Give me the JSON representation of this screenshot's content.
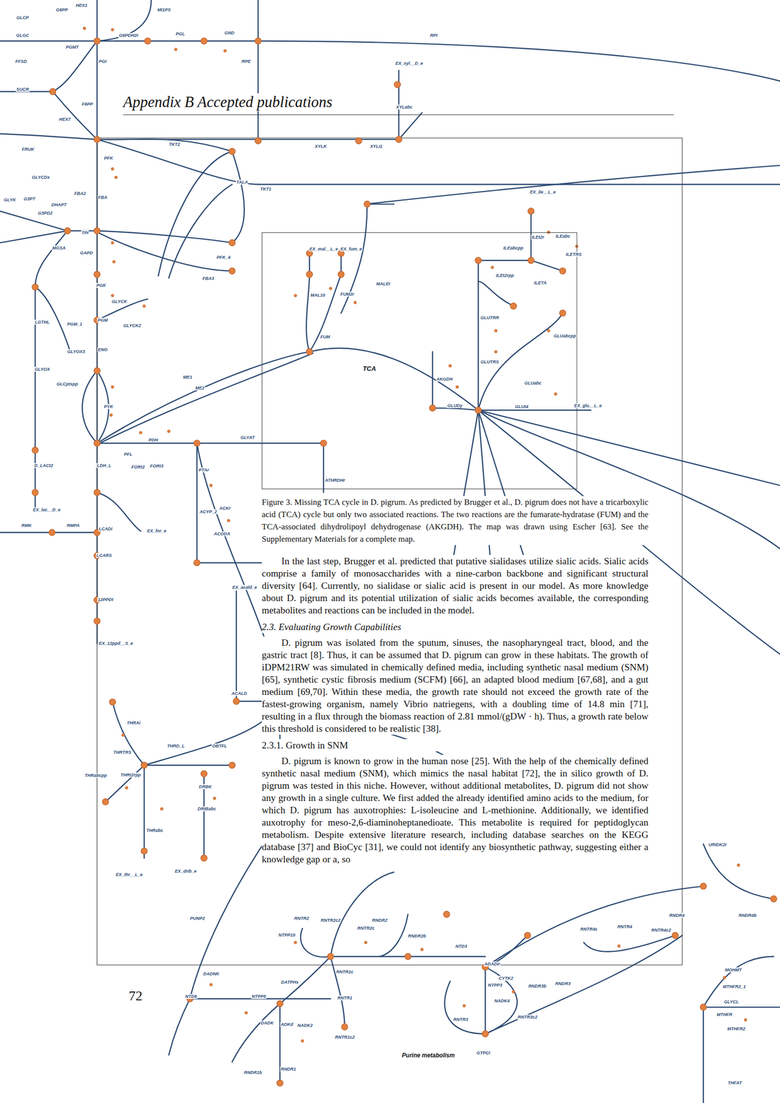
{
  "diagram": {
    "title": "Appendix B Accepted publications",
    "caption": "Figure 3. Missing TCA cycle in D. pigrum. As predicted by Brugger et al., D. pigrum does not have a tricarboxylic acid (TCA) cycle but only two associated reactions. The two reactions are the fumarate-hydratase (FUM) and the TCA-associated dihydrolipoyl dehydrogenase (AKGDH). The map was drawn using Escher [63]. See the Supplementary Materials for a complete map.",
    "nodes": [
      {
        "text": [
          "TCA"
        ]
      }
    ],
    "labels": [
      "In the last step, Brugger et al. predicted that putative sialidases utilize sialic acids. Sialic acids comprise a family of monosaccharides with a nine-carbon backbone and significant structural diversity [64]. Currently, no sialidase or sialic acid is present in our model. As more knowledge about D. pigrum and its potential utilization of sialic acids becomes available, the corresponding metabolites and reactions can be included in the model.",
      "2.3. Evaluating Growth Capabilities",
      "D. pigrum was isolated from the sputum, sinuses, the nasopharyngeal tract, blood, and the gastric tract [8]. Thus, it can be assumed that D. pigrum can grow in these habitats. The growth of iDPM21RW was simulated in chemically defined media, including synthetic nasal medium (SNM) [65], synthetic cystic fibrosis medium (SCFM) [66], an adapted blood medium [67,68], and a gut medium [69,70]. Within these media, the growth rate should not exceed the growth rate of the fastest-growing organism, namely Vibrio natriegens, with a doubling time of 14.8 min [71], resulting in a flux through the biomass reaction of 2.81 mmol/(gDW · h). Thus, a growth rate below this threshold is considered to be realistic [38].",
      "2.3.1. Growth in SNM",
      "D. pigrum is known to grow in the human nose [25]. With the help of the chemically defined synthetic nasal medium (SNM), which mimics the nasal habitat [72], the in silico growth of D. pigrum was tested in this niche. However, without additional metabolites, D. pigrum did not show any growth in a single culture. We first added the already identified amino acids to the medium, for which D. pigrum has auxotrophies: L-isoleucine and L-methionine. Additionally, we identified auxotrophy for meso-2,6-diaminoheptanedioate. This metabolite is required for peptidoglycan metabolism. Despite extensive literature research, including database searches on the KEGG database [37] and BioCyc [31], we could not identify any biosynthetic pathway, suggesting either a knowledge gap or a, so",
      "72",
      "GLCP",
      "G6PP",
      "HEX1",
      "MI1PS",
      "GLGC",
      "PGMT",
      "G6PDH2r",
      "PGL",
      "GND",
      "RPI",
      "PGI",
      "RPE",
      "FFSD",
      "EX_xyl__D_e",
      "SUCR",
      "F6PP",
      "XYLabc",
      "HEX7",
      "XYLK",
      "XYLI1",
      "TKT2",
      "FRUK",
      "PFK",
      "GLYCDx",
      "TALA",
      "TKT1",
      "FBA2",
      "FBA",
      "GLYK",
      "G3PT",
      "DHAPT",
      "G3PD2",
      "TPI",
      "MGSA",
      "GAPD",
      "PFK_4",
      "FBA3",
      "PGK",
      "GLYCK",
      "PGM_1",
      "LGTHL",
      "PGM",
      "GLYCK2",
      "ENO",
      "GLYOX3",
      "GLYOX",
      "ME1",
      "GLCptspp",
      "ME2",
      "PYK",
      "PDH",
      "GLYAT",
      "PFL",
      "LDH_L",
      "D_LACt2",
      "FORt2",
      "FORt3",
      "PTAr",
      "ATHRDHr",
      "EX_lac__D_e",
      "ACKr",
      "ACYP_2",
      "RMK",
      "RMPA",
      "LCADi",
      "EX_for_e",
      "ACODA",
      "LCARS",
      "EX_acald_e",
      "12PPDt",
      "EX_12ppd__S_e",
      "ACALD",
      "THRAi",
      "THRD_L",
      "OBTFL",
      "THRTRS",
      "THRt2rpp",
      "THRabcpp",
      "DRBK",
      "DRIBabc",
      "THRabc",
      "URIDK2r",
      "EX_drib_e",
      "EX_thr__L_e",
      "RNDR4",
      "RNDR4b",
      "PUNP2",
      "NTPP10",
      "RNTR2",
      "RNTR2c2",
      "RNTR2c",
      "RNDR2",
      "RNDR2b",
      "NTD3",
      "RNTR4c",
      "RNTR4",
      "RNTR4c2",
      "ADADir",
      "MOHMT",
      "RNTR1c",
      "DADNK",
      "CYTK2",
      "DATPHs",
      "NTPP3",
      "RNDR3b",
      "RNDR3",
      "MTHFR2_1",
      "NTD6",
      "NTPP5",
      "RNTR1",
      "NADK4",
      "GLYCL",
      "MTHFR",
      "RNTR3c2",
      "RNTR3",
      "DADK",
      "ADKd",
      "NADK2",
      "MTHFR2",
      "RNTR1c2",
      "GTPCI",
      "Purine metabolism",
      "RNDR1",
      "RNDR1b",
      "THFAT",
      "EX_ile__L_e",
      "ILEt2r",
      "ILEabc",
      "ILEabcpp",
      "EX_mal__L_e",
      "EX_fum_e",
      "ILETRS",
      "ILEt2rpp",
      "ILETA",
      "MALEI",
      "FUM2r",
      "MAL10",
      "GLUTRR",
      "GLUabcpp",
      "FUM",
      "GLUTRS",
      "AKGDH",
      "GLUabc",
      "GLUDy",
      "GLUt4",
      "EX_glu__L_e"
    ]
  }
}
